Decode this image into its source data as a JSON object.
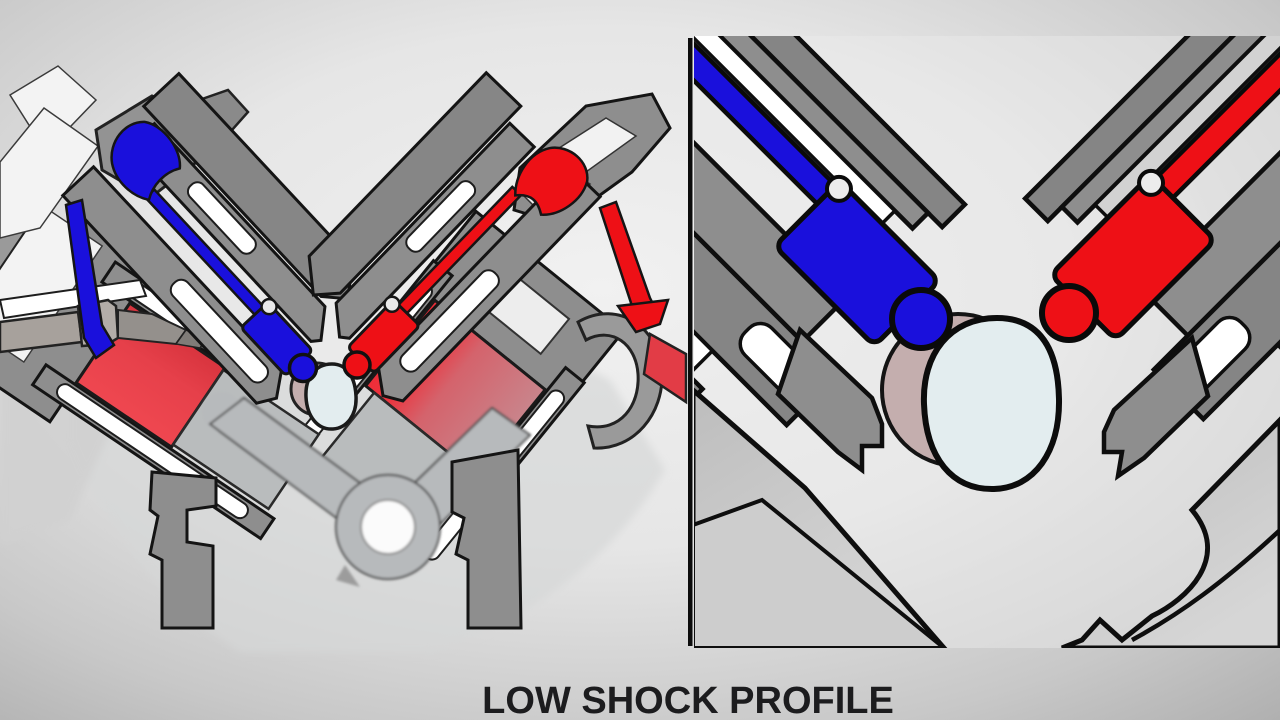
{
  "caption": {
    "text": "LOW SHOCK PROFILE",
    "color": "#1c1c1e"
  },
  "colors": {
    "intake_valve_blue": "#1a10dc",
    "exhaust_valve_red": "#ee1016",
    "piston_red": "#e6404a",
    "piston_red_shaded": "#c9848b",
    "block_gray": "#8e8e8e",
    "rod_gray": "#b7babc",
    "cam_lobe_fill": "#e3edef",
    "cam_base_pink": "#c4aeae",
    "white": "#ffffff",
    "outline_black": "#141414",
    "background_center": "#efefef",
    "background_edge": "#b3b3b3"
  },
  "panels": {
    "left": {
      "name": "v-engine-cross-section",
      "parts": [
        "intake-valve",
        "exhaust-valve",
        "left-piston",
        "right-piston",
        "connecting-rods",
        "crank-journal",
        "cam-lobe",
        "cam-base-circle",
        "cylinder-heads",
        "engine-block-legs",
        "spark-plug",
        "valve-cover"
      ]
    },
    "right": {
      "name": "valve-cam-contact-zoom-detail",
      "parts": [
        "intake-valve-stem",
        "intake-valve-tappet",
        "intake-valve-tip",
        "exhaust-valve-stem",
        "exhaust-valve-tappet",
        "exhaust-valve-tip",
        "cam-lobe",
        "cam-base-circle",
        "cylinder-head-bands",
        "engine-block"
      ]
    }
  }
}
